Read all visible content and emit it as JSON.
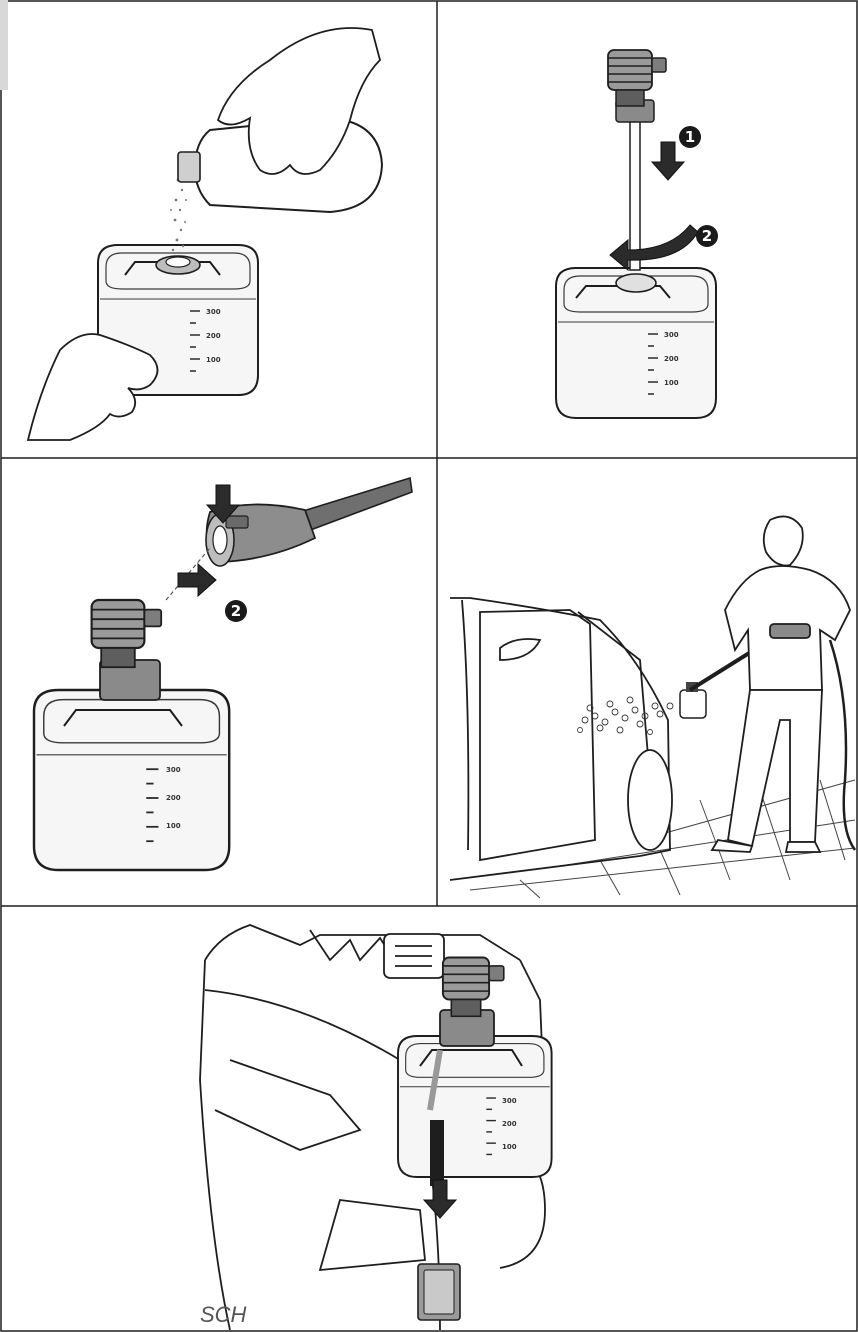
{
  "scale_marks": [
    "300",
    "200",
    "100"
  ],
  "step_badges": [
    "1",
    "2"
  ],
  "brand_fragment": "SCH",
  "colors": {
    "line": "#1e1e1e",
    "tank_fill": "#f6f6f6",
    "nozzle_fill": "#9a9a9a",
    "nozzle_dark": "#5e5e5e",
    "hose_fill": "#6f6f6f",
    "arrow_fill": "#2b2b2b",
    "badge_fill": "#1a1a1a"
  },
  "icons": {
    "hand": "hand-icon",
    "bottle": "detergent-bottle-icon",
    "tank": "detergent-tank-icon",
    "nozzle": "spray-nozzle-icon",
    "arrow": "direction-arrow-icon",
    "person": "person-washing-car-icon",
    "car": "car-icon",
    "machine": "pressure-washer-icon"
  }
}
